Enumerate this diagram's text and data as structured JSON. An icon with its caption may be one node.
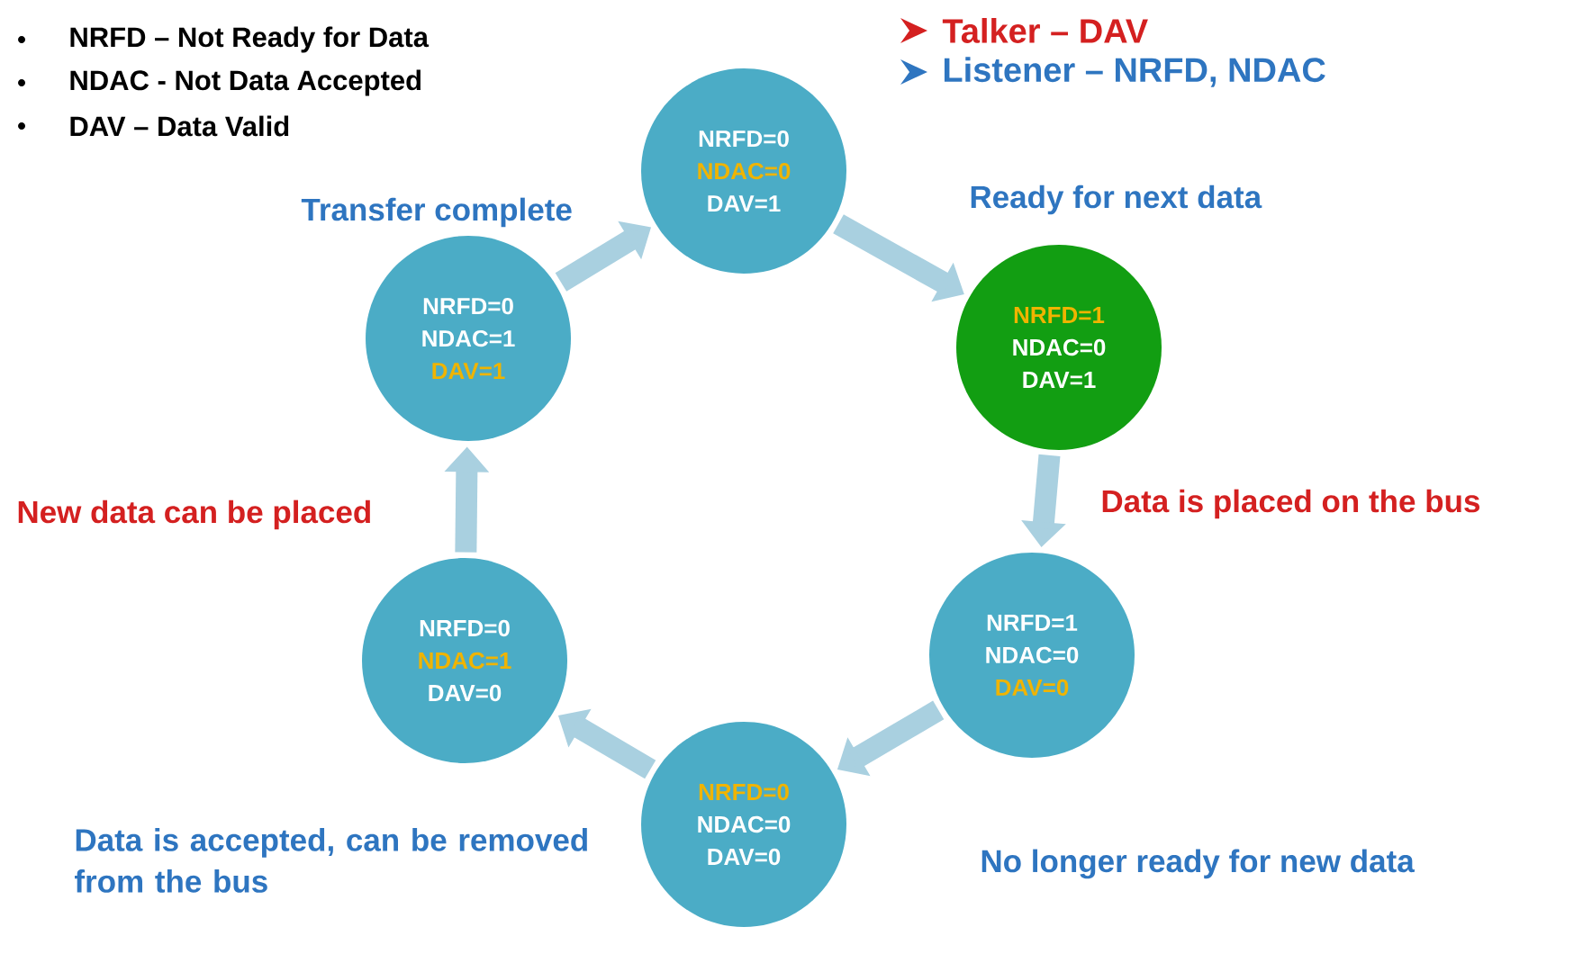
{
  "diagram": {
    "nodes": [
      {
        "text": [
          "NRFD=0",
          "NDAC=0",
          "DAV=1"
        ]
      },
      {
        "text": [
          "NRFD=1",
          "NDAC=0",
          "DAV=1"
        ]
      },
      {
        "text": [
          "NRFD=1",
          "NDAC=0",
          "DAV=0"
        ]
      },
      {
        "text": [
          "NRFD=0",
          "NDAC=0",
          "DAV=0"
        ]
      },
      {
        "text": [
          "NRFD=0",
          "NDAC=1",
          "DAV=0"
        ]
      },
      {
        "text": [
          "NRFD=0",
          "NDAC=1",
          "DAV=1"
        ]
      }
    ],
    "edges": [
      {
        "from": 0,
        "to": 1,
        "arrow": "to",
        "label": "Ready for next data"
      },
      {
        "from": 1,
        "to": 2,
        "arrow": "to",
        "label": "Data is placed on the bus"
      },
      {
        "from": 2,
        "to": 3,
        "arrow": "to",
        "label": "No longer ready for new data"
      },
      {
        "from": 3,
        "to": 4,
        "arrow": "to",
        "label": "Data is accepted, can be removed from the bus"
      },
      {
        "from": 4,
        "to": 5,
        "arrow": "to",
        "label": "New data can be placed"
      },
      {
        "from": 5,
        "to": 0,
        "arrow": "to",
        "label": "Transfer complete"
      }
    ],
    "labels": [
      "NRFD – Not Ready for Data",
      "NDAC -  Not Data Accepted",
      "DAV – Data Valid",
      "Talker – DAV",
      "Listener – NRFD, NDAC"
    ]
  }
}
